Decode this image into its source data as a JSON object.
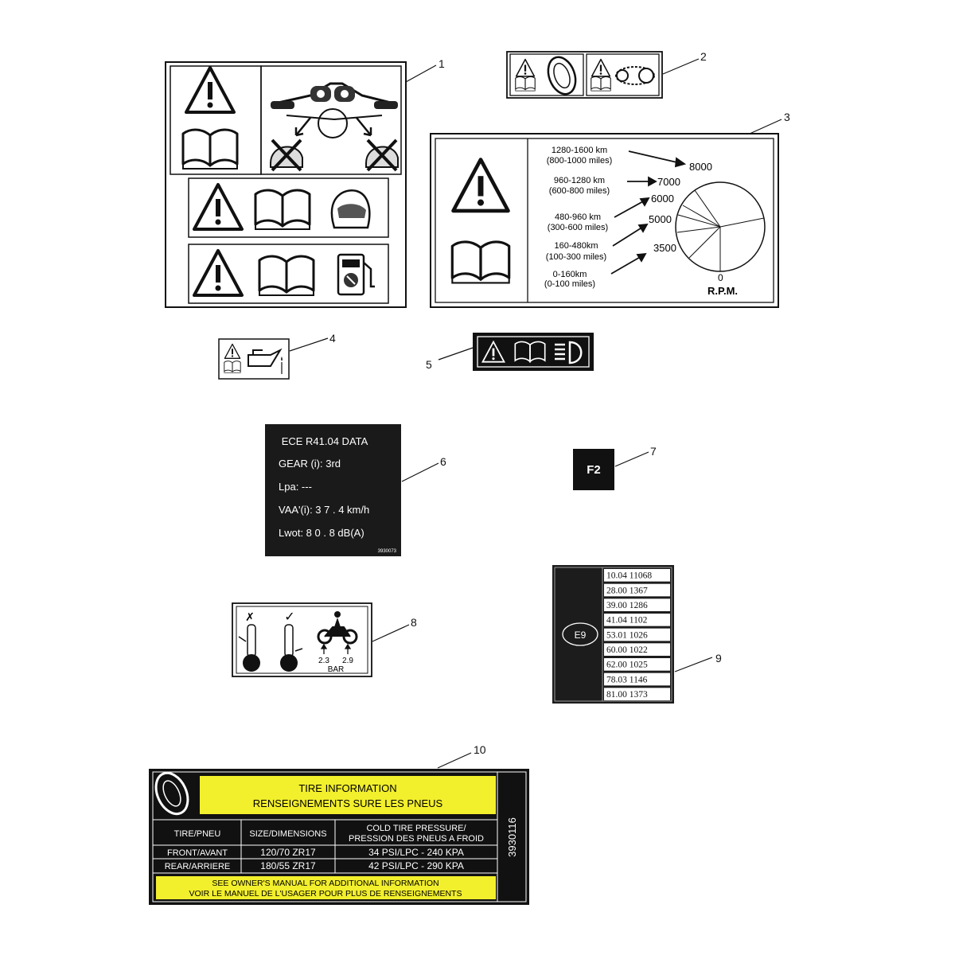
{
  "callouts": [
    "1",
    "2",
    "3",
    "4",
    "5",
    "6",
    "7",
    "8",
    "9",
    "10"
  ],
  "label3": {
    "ranges": [
      {
        "km": "1280-1600 km",
        "miles": "(800-1000 miles)",
        "rpm": "8000"
      },
      {
        "km": "960-1280 km",
        "miles": "(600-800 miles)",
        "rpm": "7000"
      },
      {
        "km": "480-960 km",
        "miles": "(300-600 miles)",
        "rpm": "6000"
      },
      {
        "km": "160-480km",
        "miles": "(100-300 miles)",
        "rpm": "5000"
      },
      {
        "km": "0-160km",
        "miles": "(0-100 miles)",
        "rpm": "3500"
      }
    ],
    "zero": "0",
    "rpm_label": "R.P.M."
  },
  "label6": {
    "title": "ECE R41.04 DATA",
    "gear": "GEAR (i): 3rd",
    "lpa": "Lpa: ---",
    "vaa": "VAA'(i): 3 7 . 4 km/h",
    "lwot": "Lwot: 8 0 . 8 dB(A)",
    "part_no": "3930073"
  },
  "label7": {
    "text": "F2"
  },
  "label8": {
    "mark_bad": "✗",
    "mark_good": "✓",
    "front": "2.3",
    "rear": "2.9",
    "unit": "BAR"
  },
  "label9": {
    "mark": "E9",
    "rows": [
      "10.04 11068",
      "28.00 1367",
      "39.00 1286",
      "41.04 1102",
      "53.01 1026",
      "60.00 1022",
      "62.00 1025",
      "78.03 1146",
      "81.00 1373"
    ]
  },
  "label10": {
    "title1": "TIRE INFORMATION",
    "title2": "RENSEIGNEMENTS SURE LES PNEUS",
    "headers": [
      "TIRE/PNEU",
      "SIZE/DIMENSIONS",
      "COLD TIRE PRESSURE/",
      "PRESSION DES PNEUS A FROID"
    ],
    "rows": [
      {
        "tire": "FRONT/AVANT",
        "size": "120/70 ZR17",
        "pressure": "34 PSI/LPC - 240 KPA"
      },
      {
        "tire": "REAR/ARRIERE",
        "size": "180/55 ZR17",
        "pressure": "42 PSI/LPC - 290 KPA"
      }
    ],
    "footer1": "SEE OWNER'S MANUAL FOR ADDITIONAL INFORMATION",
    "footer2": "VOIR LE MANUEL DE L'USAGER POUR PLUS DE RENSEIGNEMENTS",
    "part_no": "3930116"
  },
  "colors": {
    "label_yellow": "#f2ef2c",
    "label_black": "#111111",
    "label9_bg": "#1c1c1c"
  }
}
